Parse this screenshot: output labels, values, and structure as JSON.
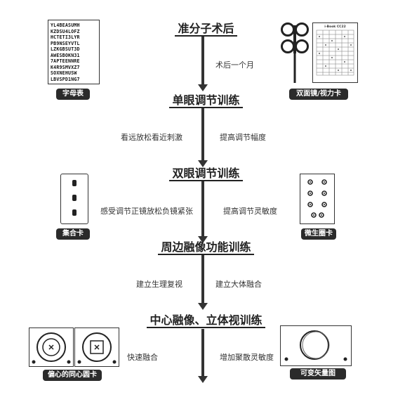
{
  "stages": [
    "准分子术后",
    "单眼调节训练",
    "双眼调节训练",
    "周边融像功能训练",
    "中心融像、立体视训练"
  ],
  "notes": {
    "after_surgery": "术后一个月",
    "mono_left": "看远放松看近刺激",
    "mono_right": "提高调节幅度",
    "bino_left": "感受调节正镜放松负镜紧张",
    "bino_right": "提高调节灵敏度",
    "periph_left": "建立生理复视",
    "periph_right": "建立大体融合",
    "central_left": "快速融合",
    "central_right": "增加聚散灵敏度"
  },
  "items": {
    "letter_chart": "字母表",
    "flipper_card": "双面镜/视力卡",
    "fusion_card": "集合卡",
    "tiny_circle_card": "微生圈卡",
    "concentric_card": "偏心的同心圆卡",
    "vectogram": "可变矢量图"
  },
  "letter_chart_rows": [
    "YL4BEASUMH",
    "KZDSU4LOFZ",
    "HCTETI3LYR",
    "PB9NSEYVTL",
    "LZKGBSUT3D",
    "AWESBOKN31",
    "7APTEENNRE",
    "K4R9SMVXZ7",
    "SOXNEHUSW",
    "LBVSPD1NG7"
  ],
  "reading_card_title": "i-Book CC22"
}
